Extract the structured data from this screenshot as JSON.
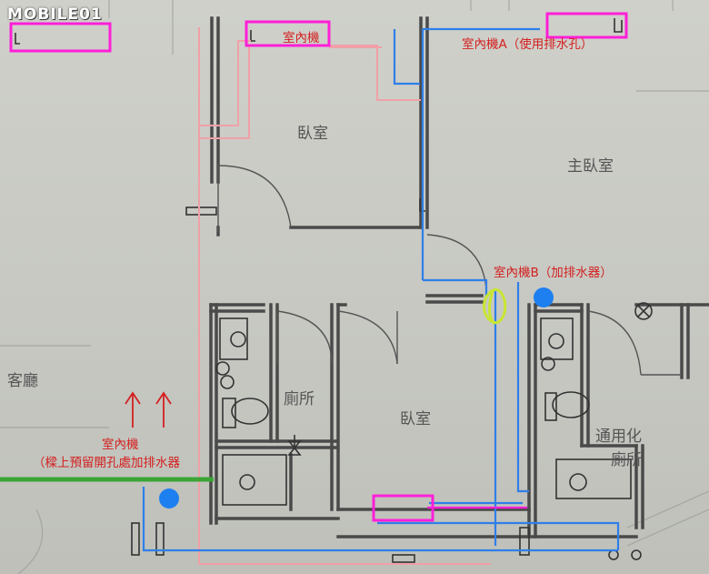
{
  "watermark": "MOBILE01",
  "rooms": {
    "bedroom_1": "臥室",
    "master_bedroom": "主臥室",
    "living_room": "客廳",
    "toilet_1": "廁所",
    "bedroom_2": "臥室",
    "universal_toilet_line1": "通用化",
    "universal_toilet_line2": "廁所"
  },
  "annotations": {
    "indoor_unit": "室內機",
    "indoor_unit_a": "室內機A（使用排水孔）",
    "indoor_unit_b": "室內機B（加排水器）",
    "indoor_unit_c_line1": "室內機",
    "indoor_unit_c_line2": "（樑上預留開孔處加排水器"
  },
  "colors": {
    "wall": "#4a4a4a",
    "pink_pipe": "#f0a0a8",
    "blue_pipe": "#2f7fe8",
    "magenta_box": "#ff1fd8",
    "green_pipe": "#3aa535",
    "red_text": "#d42020",
    "drain_dot": "#1e7ff0",
    "highlight": "#c8e632"
  }
}
